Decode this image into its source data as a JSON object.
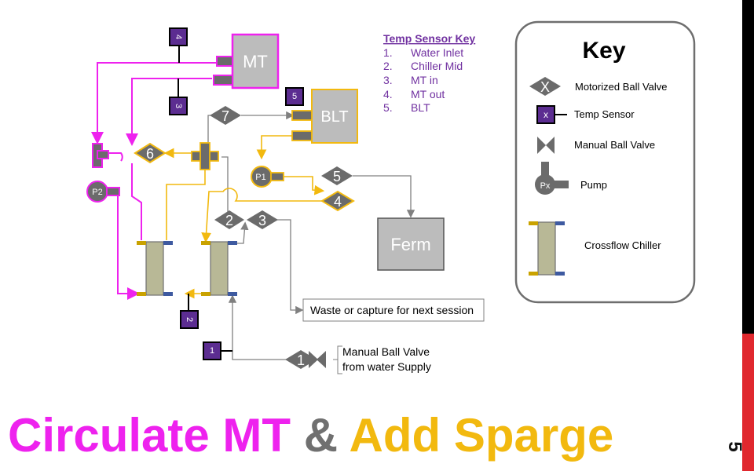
{
  "equipment": {
    "mt": "MT",
    "blt": "BLT",
    "ferm": "Ferm",
    "pump1": "P1",
    "pump2": "P2"
  },
  "valves": {
    "v1": "1",
    "v2": "2",
    "v3": "3",
    "v4": "4",
    "v5": "5",
    "v6": "6",
    "v7": "7"
  },
  "sensors": {
    "s1": "1",
    "s2": "2",
    "s3": "3",
    "s4": "4",
    "s5": "5"
  },
  "callouts": {
    "waste": "Waste or capture for next session",
    "manual_valve_line1": "Manual Ball Valve",
    "manual_valve_line2": "from water Supply"
  },
  "temp_key": {
    "title": "Temp Sensor Key",
    "items": [
      {
        "num": "1.",
        "label": "Water Inlet"
      },
      {
        "num": "2.",
        "label": "Chiller Mid"
      },
      {
        "num": "3.",
        "label": "MT in"
      },
      {
        "num": "4.",
        "label": "MT out"
      },
      {
        "num": "5.",
        "label": "BLT"
      }
    ]
  },
  "legend": {
    "title": "Key",
    "motorized_symbol": "X",
    "motorized_label": "Motorized Ball Valve",
    "sensor_symbol": "x",
    "sensor_label": "Temp Sensor",
    "manual_label": "Manual Ball Valve",
    "pump_symbol": "Px",
    "pump_label": "Pump",
    "chiller_label": "Crossflow Chiller"
  },
  "title": {
    "part1": "Circulate MT",
    "part2": "&",
    "part3": "Add Sparge"
  },
  "slide_number": "5",
  "colors": {
    "magenta": "#ee22ee",
    "yellow": "#f2b90f",
    "gray": "#808080",
    "valve": "#6b6b6b",
    "sensor": "#5c2d91",
    "chiller": "#b8b896",
    "key_text": "#7030a0"
  }
}
